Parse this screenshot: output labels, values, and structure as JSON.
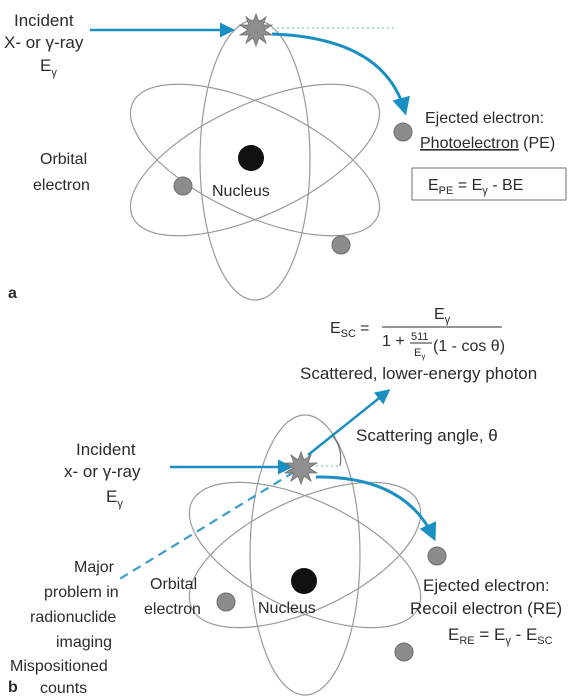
{
  "colors": {
    "arrow": "#1a8fc4",
    "dashed": "#3a9fd0",
    "orbit": "#9a9a9a",
    "electron": "#8c8c8c",
    "nucleus": "#111111",
    "text": "#2b2b2b"
  },
  "panel_a": {
    "label": "a",
    "incident_line1": "Incident",
    "incident_line2": "X- or γ-ray",
    "incident_E": "E",
    "incident_E_sub": "γ",
    "orbital_line1": "Orbital",
    "orbital_line2": "electron",
    "nucleus": "Nucleus",
    "ejected_line1": "Ejected electron:",
    "ejected_line2a": "Photoelectron",
    "ejected_line2b": " (PE)",
    "eq_E1": "E",
    "eq_sub1": "PE",
    "eq_mid": " = E",
    "eq_sub2": "γ",
    "eq_end": " - BE"
  },
  "panel_b": {
    "label": "b",
    "formula_lhs": "E",
    "formula_lhs_sub": "SC",
    "formula_eq": "=",
    "formula_num": "E",
    "formula_num_sub": "γ",
    "formula_den_a": "1 +",
    "formula_frac_num": "511",
    "formula_frac_den": "E",
    "formula_frac_den_sub": "γ",
    "formula_den_b": "(1 - cos θ)",
    "scattered": "Scattered, lower-energy photon",
    "incident_line1": "Incident",
    "incident_line2": "x- or γ-ray",
    "incident_E": "E",
    "incident_E_sub": "γ",
    "angle": "Scattering angle, θ",
    "major_line1": "Major",
    "major_line2": "problem in",
    "major_line3": "radionuclide",
    "major_line4": "imaging",
    "major_line5": "Mispositioned",
    "major_line6": "counts",
    "orbital_line1": "Orbital",
    "orbital_line2": "electron",
    "nucleus": "Nucleus",
    "ejected_line1": "Ejected electron:",
    "ejected_line2": "Recoil electron (RE)",
    "eq_E1": "E",
    "eq_sub1": "RE",
    "eq_mid": " = E",
    "eq_sub2": "γ",
    "eq_mid2": " - E",
    "eq_sub3": "SC"
  }
}
